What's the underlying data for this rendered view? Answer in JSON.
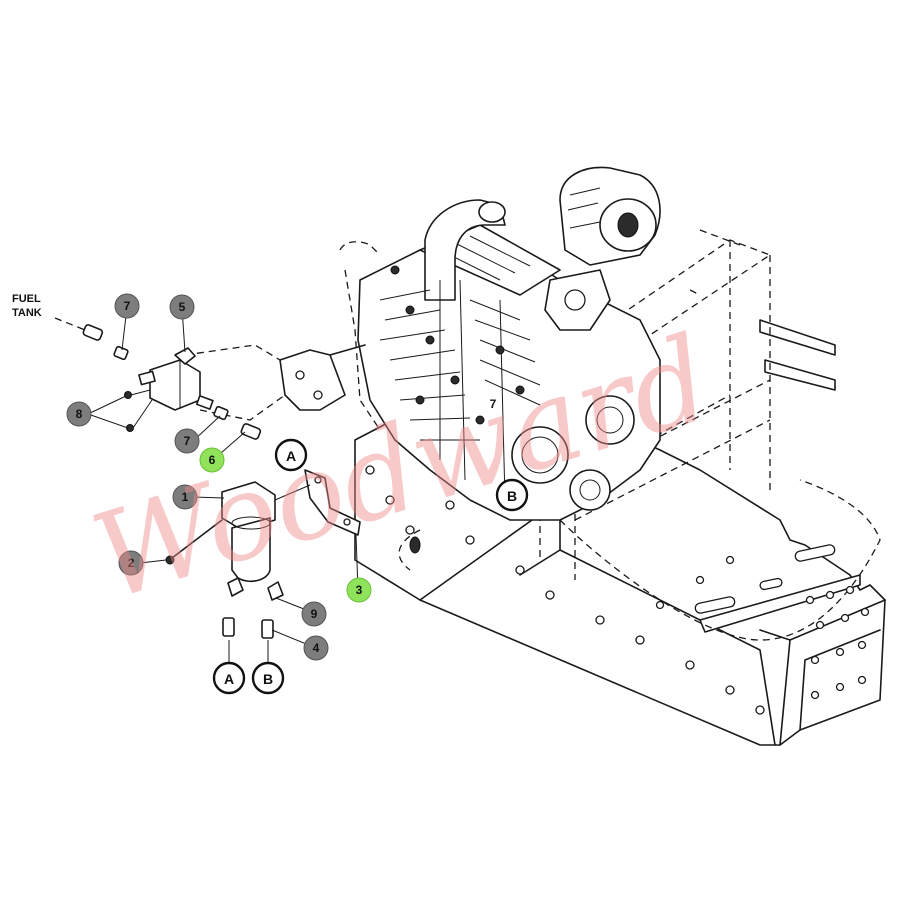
{
  "fuel_tank_label": [
    "FUEL",
    "TANK"
  ],
  "callouts": [
    {
      "id": "c7-top",
      "label": "7",
      "style": "grey"
    },
    {
      "id": "c5",
      "label": "5",
      "style": "grey"
    },
    {
      "id": "c8",
      "label": "8",
      "style": "grey"
    },
    {
      "id": "c7-mid",
      "label": "7",
      "style": "grey"
    },
    {
      "id": "c6",
      "label": "6",
      "style": "green"
    },
    {
      "id": "c1",
      "label": "1",
      "style": "grey"
    },
    {
      "id": "c2",
      "label": "2",
      "style": "grey"
    },
    {
      "id": "c3",
      "label": "3",
      "style": "green"
    },
    {
      "id": "c9",
      "label": "9",
      "style": "grey"
    },
    {
      "id": "c4",
      "label": "4",
      "style": "grey"
    }
  ],
  "references": {
    "a_upper": "A",
    "b_engine": "B",
    "a_lower": "A",
    "b_lower": "B"
  },
  "engine_callout": "7",
  "watermark": "Woodward",
  "colors": {
    "callout_grey": "#7d7d7d",
    "callout_green": "#8fe35a",
    "watermark": "#f08a8a"
  }
}
